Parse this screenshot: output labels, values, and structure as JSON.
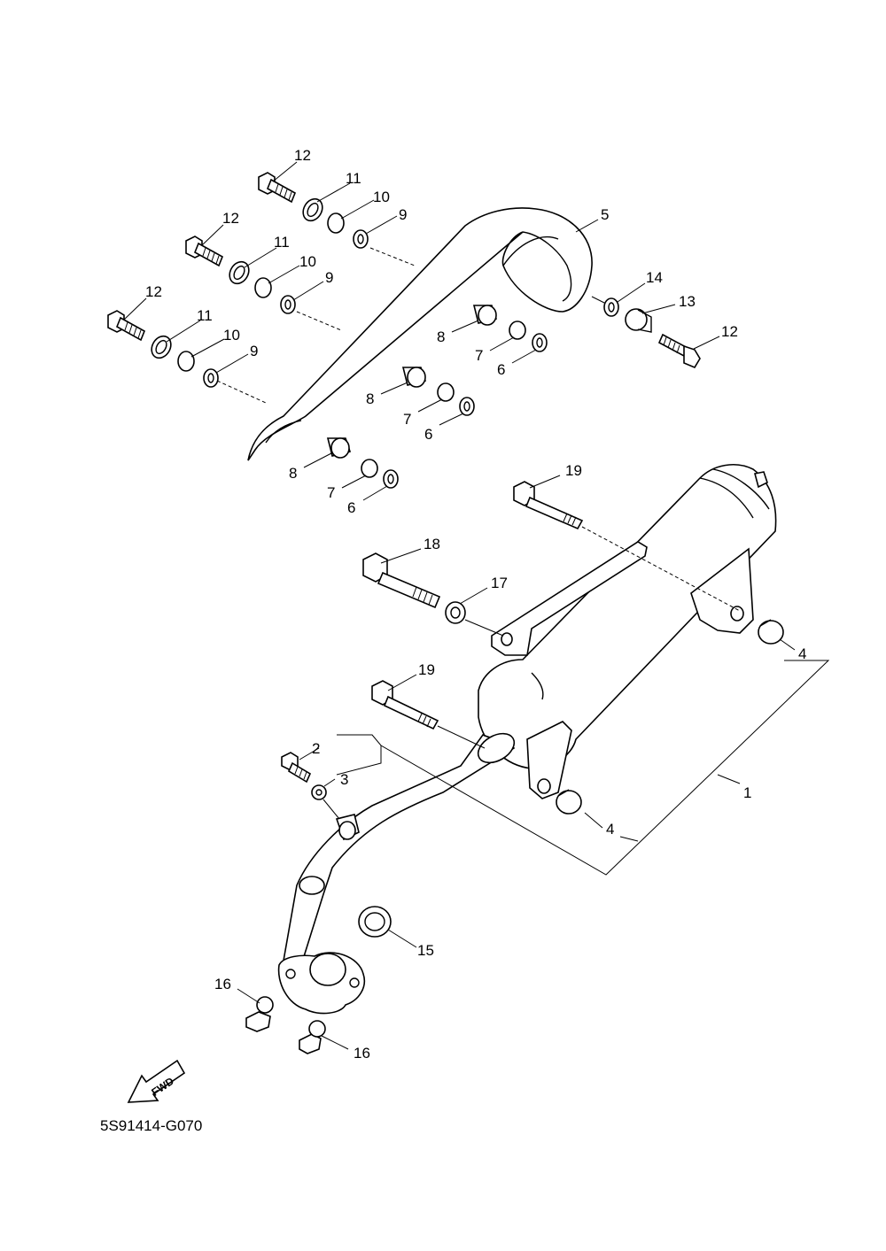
{
  "diagram_code": "5S91414-G070",
  "fwd_label": "FWD",
  "callouts": {
    "c1": "1",
    "c2": "2",
    "c3": "3",
    "c4a": "4",
    "c4b": "4",
    "c5": "5",
    "c6a": "6",
    "c6b": "6",
    "c6c": "6",
    "c7a": "7",
    "c7b": "7",
    "c7c": "7",
    "c8a": "8",
    "c8b": "8",
    "c8c": "8",
    "c9a": "9",
    "c9b": "9",
    "c9c": "9",
    "c10a": "10",
    "c10b": "10",
    "c10c": "10",
    "c11a": "11",
    "c11b": "11",
    "c11c": "11",
    "c12a": "12",
    "c12b": "12",
    "c12c": "12",
    "c12d": "12",
    "c13": "13",
    "c14": "14",
    "c15": "15",
    "c16a": "16",
    "c16b": "16",
    "c17": "17",
    "c18": "18",
    "c19a": "19",
    "c19b": "19"
  }
}
